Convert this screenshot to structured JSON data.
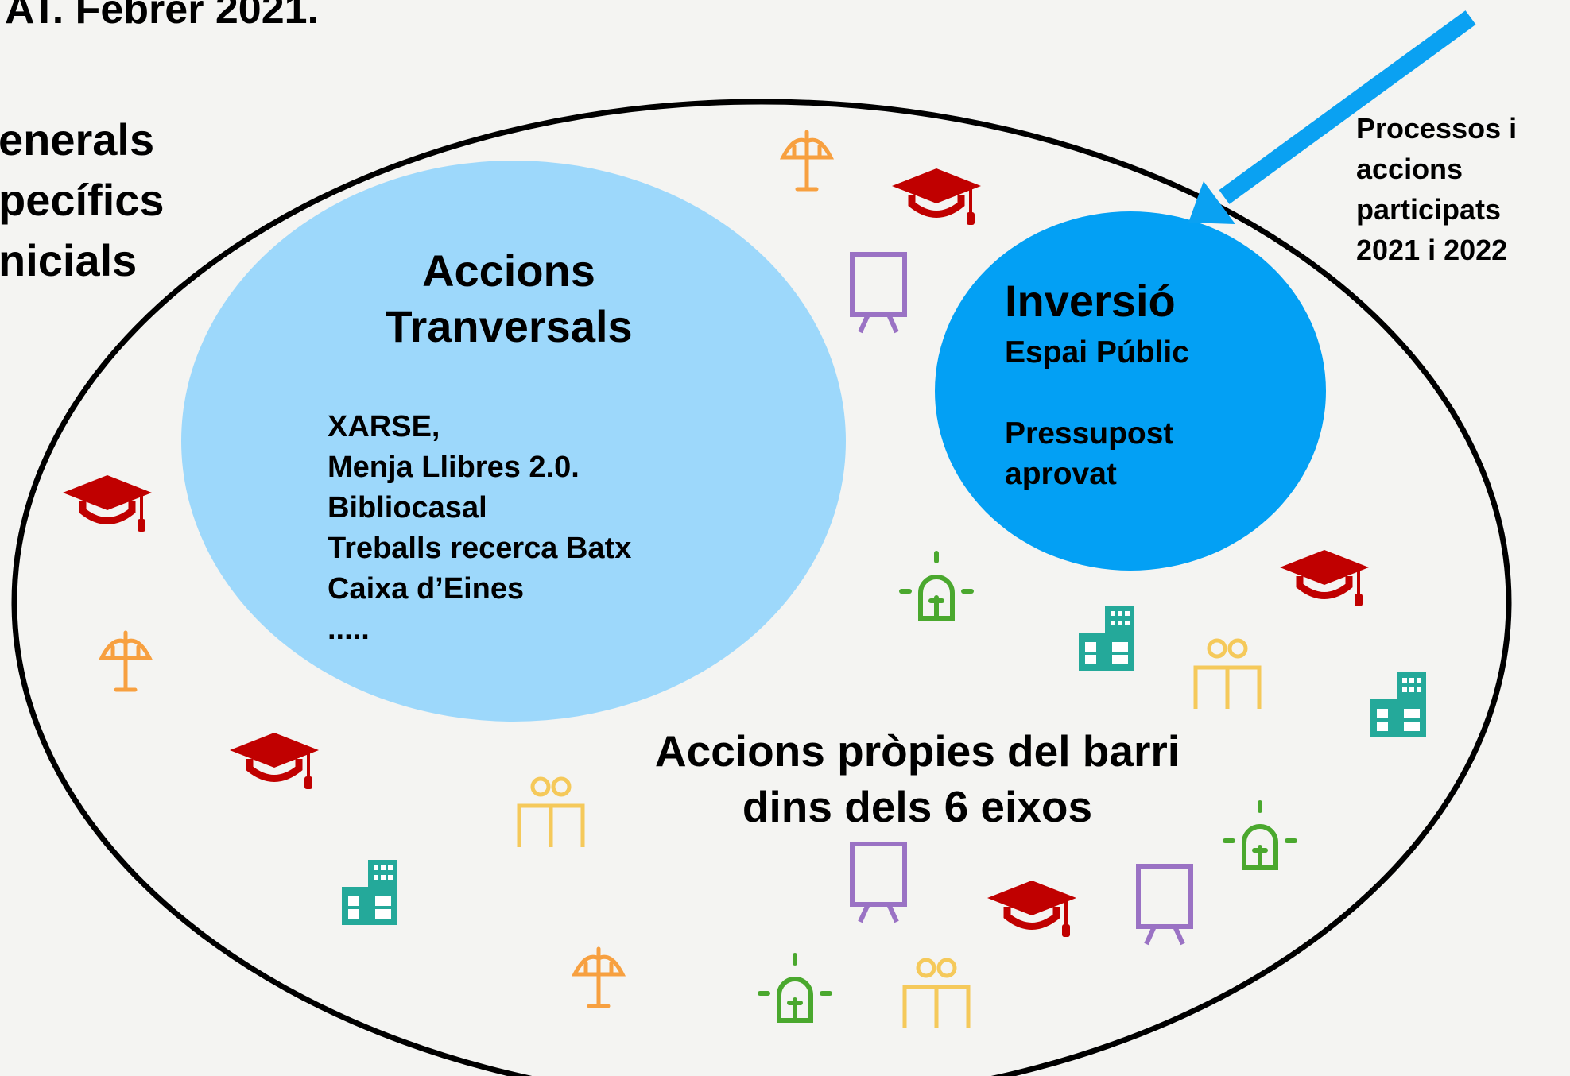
{
  "header": {
    "title": "AT. Febrer 2021."
  },
  "left_list": [
    "enerals",
    "pecífics",
    "nicials"
  ],
  "side_note": [
    "Processos i",
    "accions",
    "participats",
    "2021 i 2022"
  ],
  "transversal": {
    "title": [
      "Accions",
      "Tranversals"
    ],
    "items": [
      "XARSE,",
      "Menja Llibres 2.0.",
      "Bibliocasal",
      "Treballs recerca Batx",
      "Caixa d’Eines",
      "....."
    ]
  },
  "inversio": {
    "title": "Inversió",
    "lines": [
      "Espai Públic",
      "",
      "Pressupost",
      "aprovat"
    ]
  },
  "barri": {
    "lines": [
      "Accions pròpies del barri",
      "dins dels 6 eixos"
    ]
  },
  "colors": {
    "background": "#f4f4f2",
    "outer_ellipse_stroke": "#000000",
    "transversal_fill": "#9dd8fb",
    "inversio_fill": "#03a0f4",
    "arrow": "#0aa1f2",
    "icon_red": "#c00000",
    "icon_orange": "#f7a040",
    "icon_purple": "#9a72c4",
    "icon_green": "#4aa82e",
    "icon_teal": "#24a99a",
    "icon_yellow": "#f5c95a"
  },
  "icons": [
    "graduation-cap-icon",
    "justice-scale-icon",
    "presentation-board-icon",
    "lightbulb-icon",
    "office-building-icon",
    "people-icon"
  ]
}
